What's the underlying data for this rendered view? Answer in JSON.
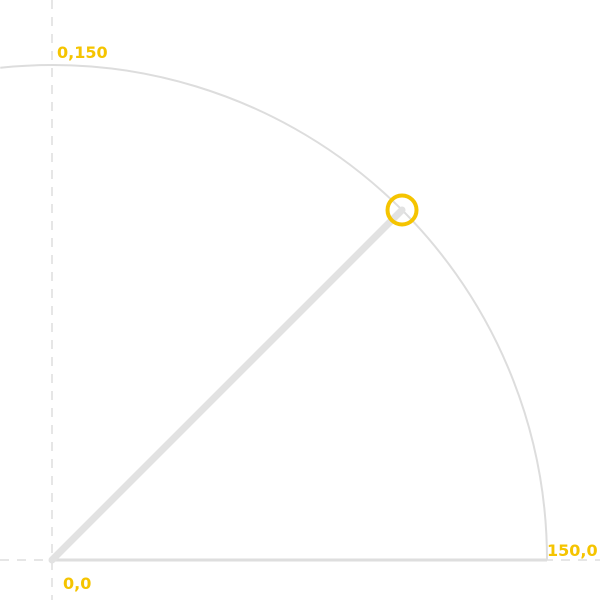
{
  "labels": {
    "origin": "0,0",
    "x_end": "150,0",
    "y_end": "0,150"
  },
  "geometry": {
    "radius": 150,
    "handle_angle_deg": 45
  },
  "colors": {
    "accent": "#f5c400",
    "arc": "#dddddd",
    "axis_dashed": "#dddddd",
    "radius_line": "#e2e2e2",
    "baseline": "#dedede",
    "background": "#ffffff"
  }
}
